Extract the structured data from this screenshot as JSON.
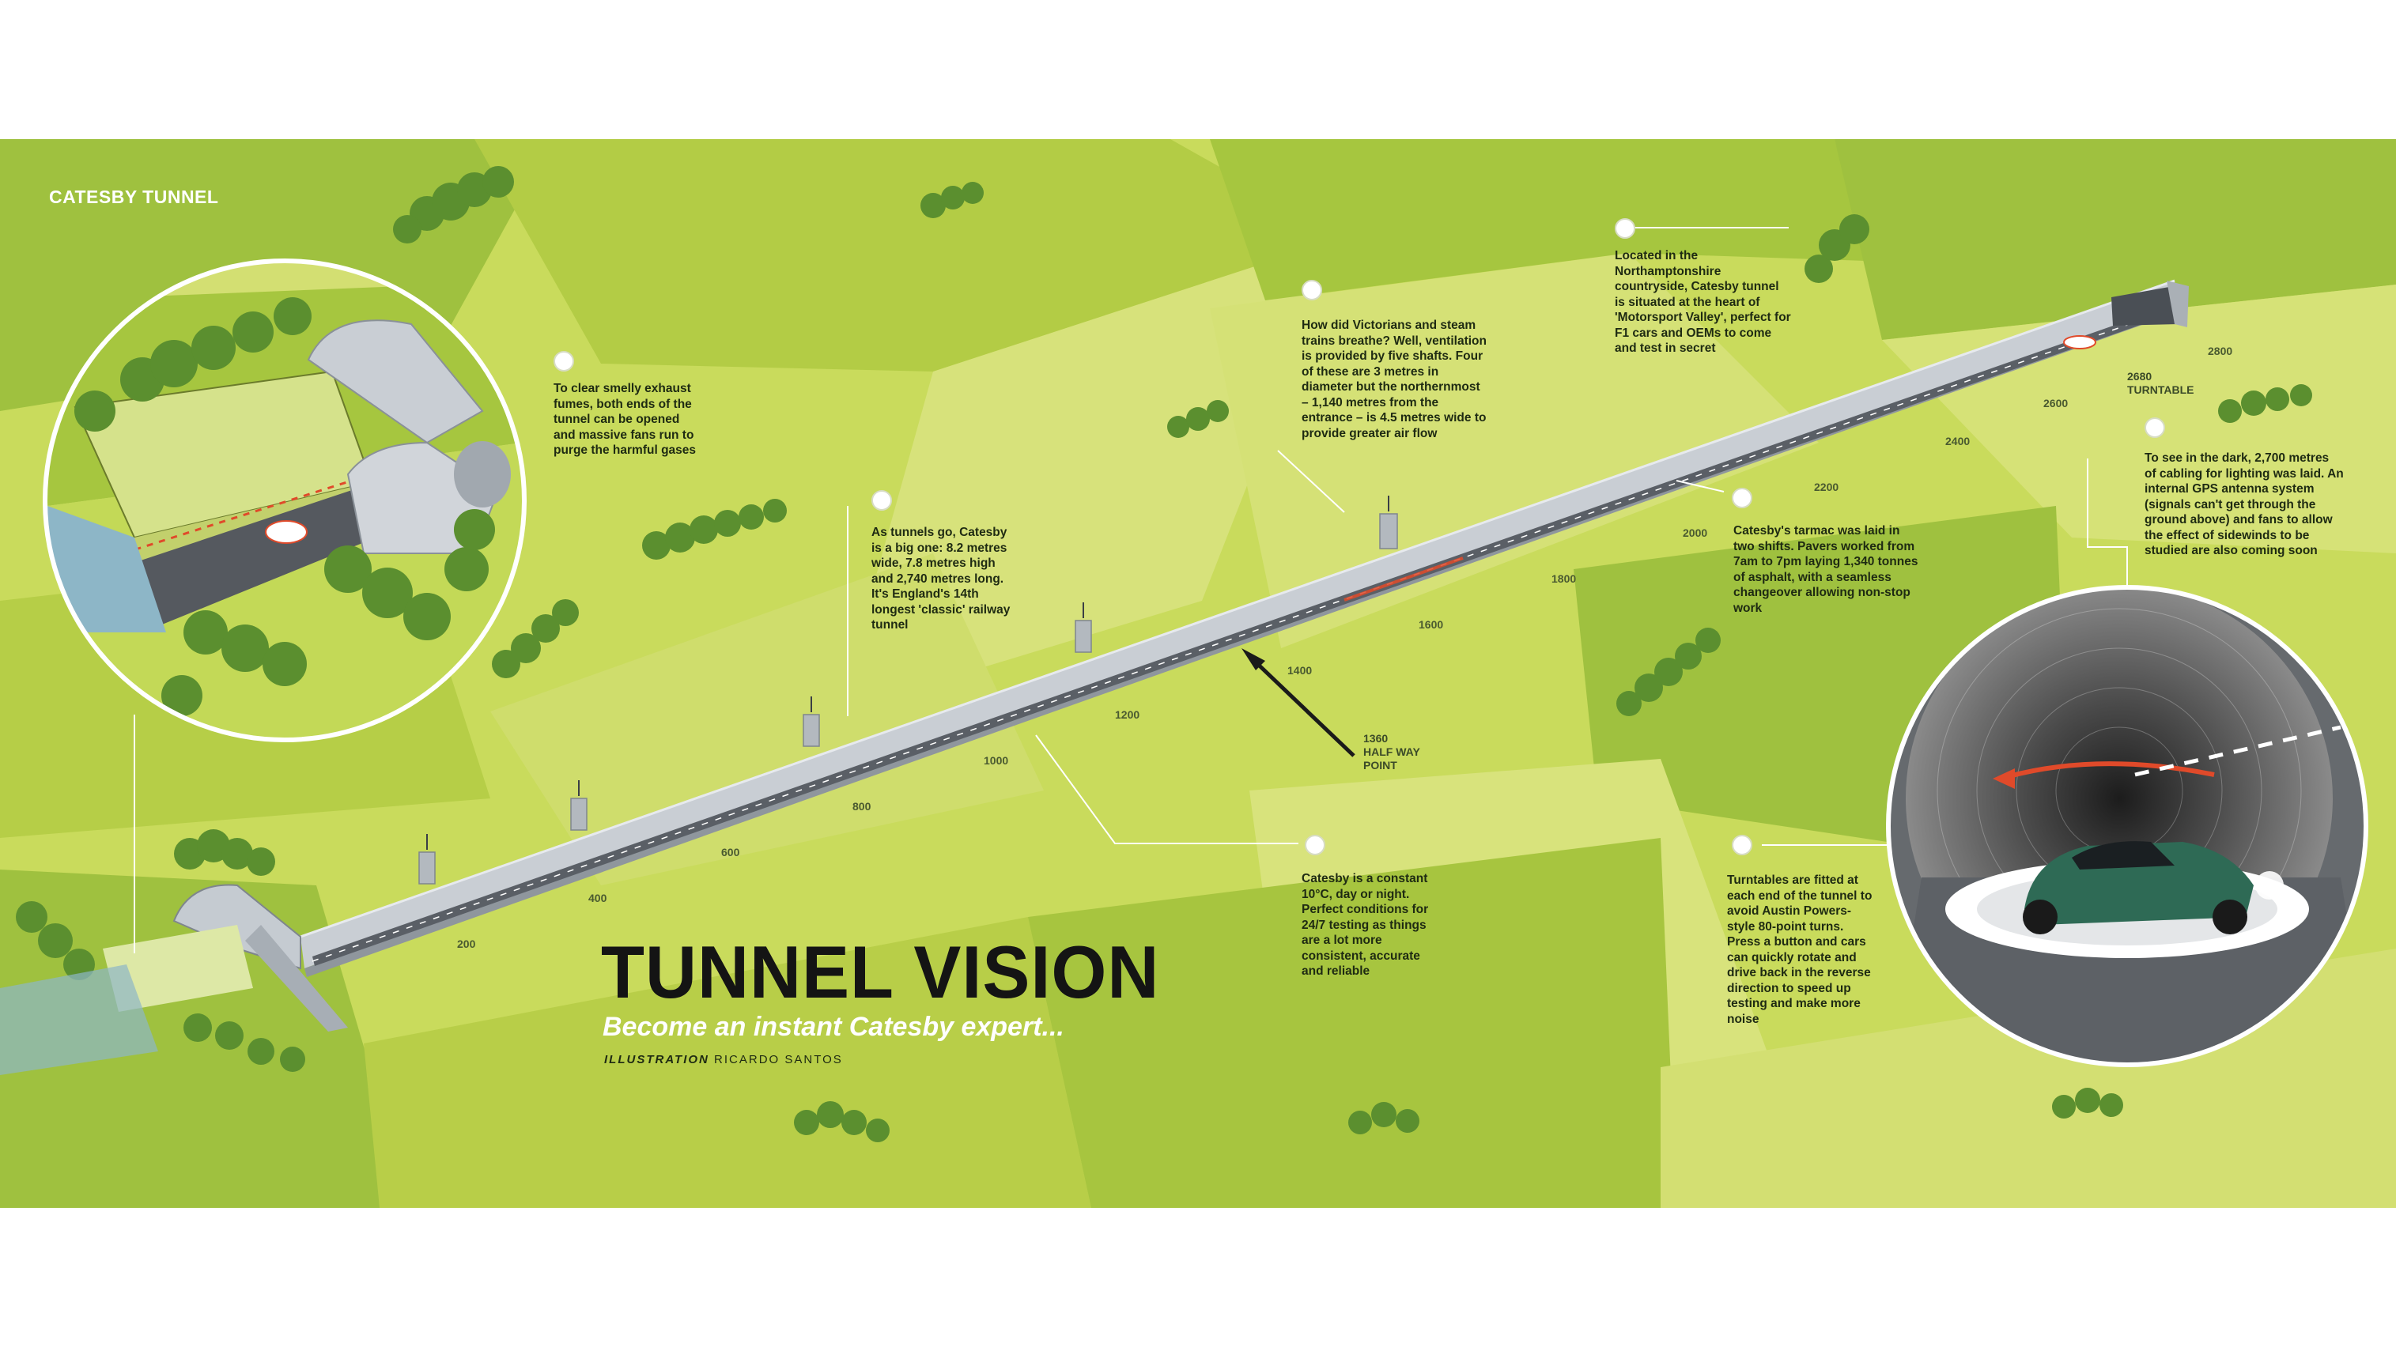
{
  "section_label": "CATESBY TUNNEL",
  "headline": "TUNNEL VISION",
  "subheadline": "Become an instant Catesby expert...",
  "credit": {
    "role": "ILLUSTRATION",
    "name": "RICARDO SANTOS"
  },
  "callouts": [
    {
      "id": "fans",
      "text": "To clear smelly exhaust fumes, both ends of the tunnel can be opened and massive fans run to purge the harmful gases"
    },
    {
      "id": "size",
      "text": "As tunnels go, Catesby is a big one: 8.2 metres wide, 7.8 metres high and 2,740 metres long. It's England's 14th longest 'classic' railway tunnel"
    },
    {
      "id": "ventilation",
      "text": "How did Victorians and steam trains breathe? Well, ventilation is provided by five shafts. Four of these are 3 metres in diameter but the northernmost – 1,140 metres from the entrance – is 4.5 metres wide to provide greater air flow"
    },
    {
      "id": "location",
      "text": "Located in the Northamptonshire countryside, Catesby tunnel is situated at the heart of 'Motorsport Valley', perfect for F1 cars and OEMs to come and test in secret"
    },
    {
      "id": "temperature",
      "text": "Catesby is a constant 10°C, day or night. Perfect conditions for 24/7 testing as things are a lot more consistent, accurate and reliable"
    },
    {
      "id": "tarmac",
      "text": "Catesby's tarmac was laid in two shifts. Pavers worked from 7am to 7pm laying 1,340 tonnes of asphalt, with a seamless changeover allowing non-stop work"
    },
    {
      "id": "lighting",
      "text": "To see in the dark, 2,700 metres of cabling for lighting was laid. An internal GPS antenna system (signals can't get through the ground above) and fans to allow the effect of sidewinds to be studied are also coming soon"
    },
    {
      "id": "turntables",
      "text": "Turntables are fitted at each end of the tunnel to avoid Austin Powers-style 80-point turns. Press a button and cars can quickly rotate and drive back in the reverse direction to speed up testing and make more noise"
    }
  ],
  "distance_markers": [
    "200",
    "400",
    "600",
    "800",
    "1000",
    "1200",
    "1400",
    "1600",
    "1800",
    "2000",
    "2200",
    "2400",
    "2600",
    "2800"
  ],
  "halfway": {
    "value": "1360",
    "label_line1": "HALF WAY",
    "label_line2": "POINT"
  },
  "turntable": {
    "value": "2680",
    "label": "TURNTABLE"
  },
  "colors": {
    "grass_light": "#d3df72",
    "grass_mid": "#b9cf4a",
    "grass_dark": "#8fb339",
    "tree": "#5b8f2f",
    "tunnel": "#c7cdd3",
    "road": "#5a5f66",
    "text": "#1e2a12"
  }
}
